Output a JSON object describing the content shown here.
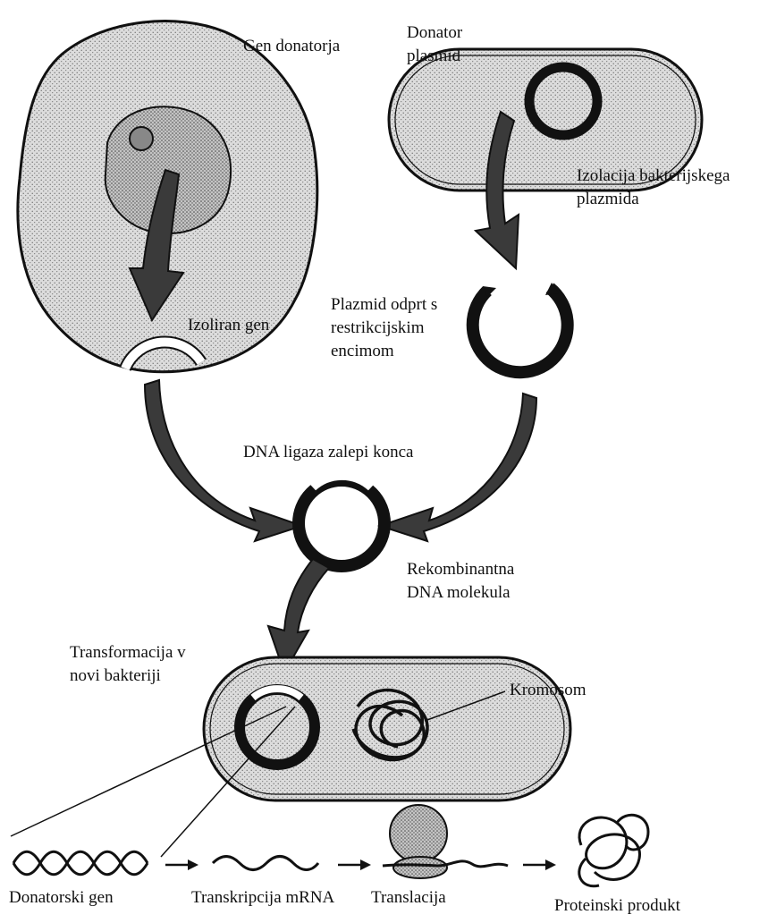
{
  "labels": {
    "gen_donatorja": "Gen donatorja",
    "donator_plasmid_1": "Donator",
    "donator_plasmid_2": "plasmid",
    "izolacija_1": "Izolacija bakterijskega",
    "izolacija_2": "plazmida",
    "izoliran_gen": "Izoliran gen",
    "plazmid_odprt_1": "Plazmid odprt s",
    "plazmid_odprt_2": "restrikcijskim",
    "plazmid_odprt_3": "encimom",
    "dna_ligaza": "DNA ligaza zalepi konca",
    "rekombinantna_1": "Rekombinantna",
    "rekombinantna_2": "DNA molekula",
    "transformacija_1": "Transformacija v",
    "transformacija_2": "novi bakteriji",
    "kromosom": "Kromosom",
    "donatorski_gen": "Donatorski gen",
    "transkripcija": "Transkripcija mRNA",
    "translacija": "Translacija",
    "proteinski_produkt": "Proteinski produkt"
  },
  "colors": {
    "ink": "#111111",
    "stipple": "#c8c8c8",
    "stipple_dark": "#a9a9a9",
    "cell_fill": "#d6d6d6"
  }
}
